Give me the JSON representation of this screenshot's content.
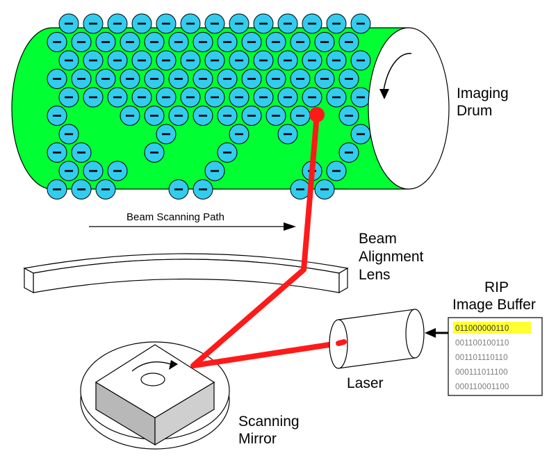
{
  "labels": {
    "imaging_drum": [
      "Imaging",
      "Drum"
    ],
    "beam_scanning_path": "Beam Scanning Path",
    "beam_alignment_lens": [
      "Beam",
      "Alignment",
      "Lens"
    ],
    "rip_image_buffer": [
      "RIP",
      "Image Buffer"
    ],
    "laser": "Laser",
    "scanning_mirror": [
      "Scanning",
      "Mirror"
    ]
  },
  "particle_sign": "−",
  "buffer_rows": [
    "011000000110",
    "001100100110",
    "001101110110",
    "000111011100",
    "000110001100"
  ],
  "colors": {
    "drum": "#00ff33",
    "particle": "#33ccee",
    "beam": "#ff1a1a",
    "highlight": "#ffff33",
    "mirror_side": "#b8b8b8"
  },
  "particle_rows": [
    "1111111111111",
    "1111111111111",
    "1111111111111",
    "1111111111111",
    "1111111111111",
    "1001111111101",
    "1000100101001",
    "1100100100001",
    "1110001000110",
    "1110011000110"
  ]
}
